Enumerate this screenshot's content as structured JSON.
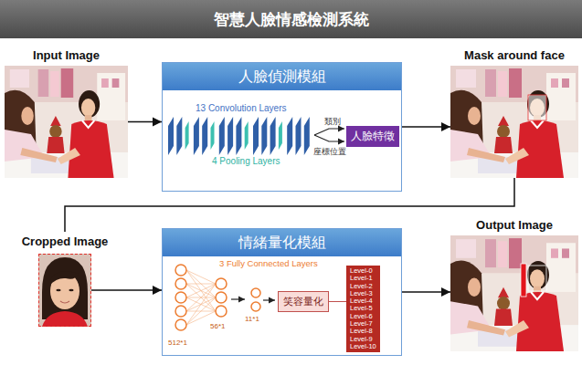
{
  "diagram": {
    "title": "智慧人臉情感檢測系統",
    "nodes": [
      {
        "text": [
          "Input Image"
        ]
      },
      {
        "text": [
          "人臉偵測模組"
        ]
      },
      {
        "text": [
          "人臉特徵"
        ],
        "in": 1
      },
      {
        "text": [
          "Mask around face"
        ]
      },
      {
        "text": [
          "Cropped Image"
        ]
      },
      {
        "text": [
          "情緒量化模組"
        ]
      },
      {
        "text": [
          "笑容量化"
        ],
        "in": 5
      },
      {
        "text": [
          "Level-0",
          "Level-1",
          "Level-2",
          "Level-3",
          "Level-4",
          "Level-5",
          "Level-6",
          "Level-7",
          "Level-8",
          "Level-9",
          "Level-10"
        ],
        "in": 5
      },
      {
        "text": [
          "Output Image"
        ]
      }
    ],
    "edges": [
      {
        "from": 0,
        "to": 1,
        "arrow": "to"
      },
      {
        "from": 1,
        "to": 3,
        "arrow": "to"
      },
      {
        "from": 3,
        "to": 4,
        "arrow": "none"
      },
      {
        "from": 4,
        "to": 5,
        "arrow": "to"
      },
      {
        "from": 6,
        "to": 7,
        "arrow": "none"
      },
      {
        "from": 5,
        "to": 8,
        "arrow": "to"
      }
    ],
    "labels": [
      "13 Convolution Layers",
      "4 Pooling Layers",
      "類別",
      "座標位置",
      "3 Fully Connected Layers",
      "512*1",
      "56*1",
      "11*1"
    ]
  }
}
